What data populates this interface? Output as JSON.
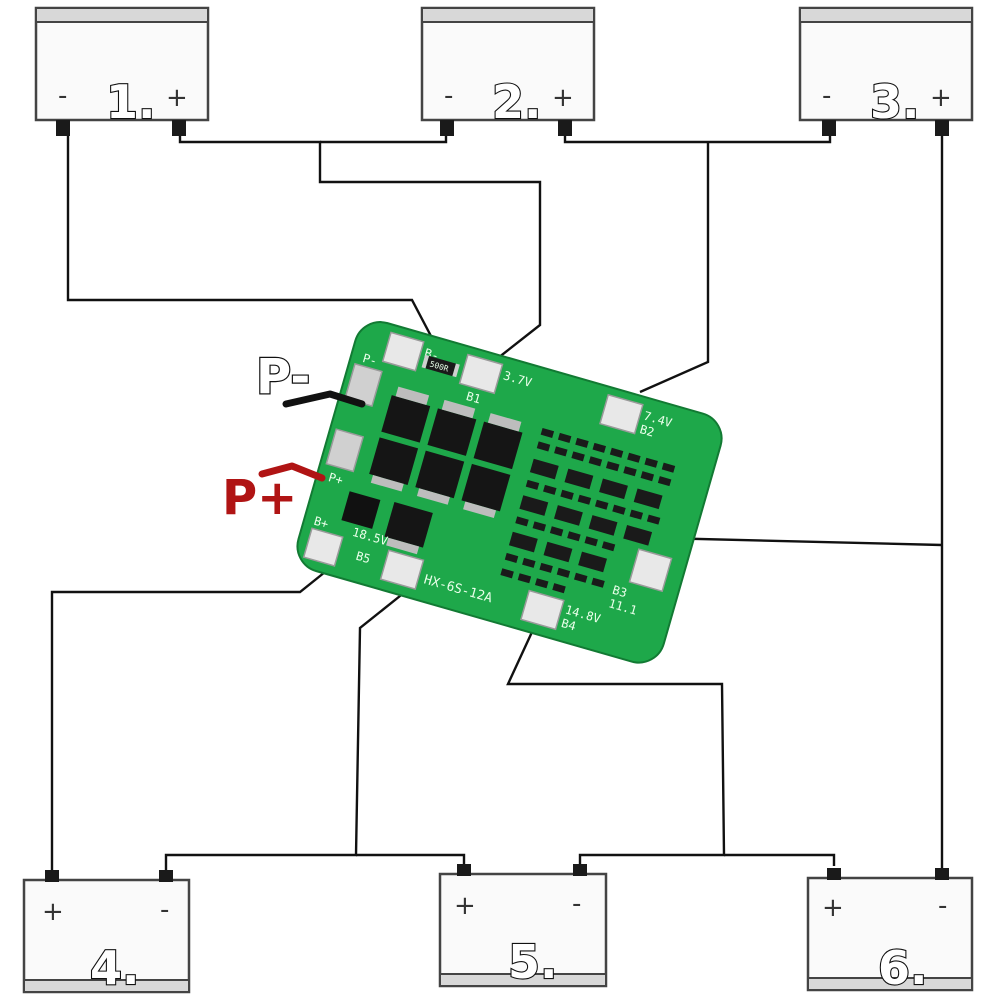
{
  "diagram": {
    "batteries": [
      {
        "id": "1",
        "label": "1.",
        "neg": "-",
        "pos": "+"
      },
      {
        "id": "2",
        "label": "2.",
        "neg": "-",
        "pos": "+"
      },
      {
        "id": "3",
        "label": "3.",
        "neg": "-",
        "pos": "+"
      },
      {
        "id": "4",
        "label": "4.",
        "neg": "-",
        "pos": "+"
      },
      {
        "id": "5",
        "label": "5.",
        "neg": "-",
        "pos": "+"
      },
      {
        "id": "6",
        "label": "6.",
        "neg": "-",
        "pos": "+"
      }
    ],
    "terminals": {
      "p_minus": "P-",
      "p_plus": "P+"
    },
    "board": {
      "model": "HX-6S-12A",
      "pads": {
        "b_minus": "B-",
        "b1": "B1",
        "b1_voltage": "3.7V",
        "b2": "B2",
        "b2_voltage": "7.4V",
        "b3": "B3",
        "b3_voltage": "11.1",
        "b4": "B4",
        "b4_voltage": "14.8V",
        "b5": "B5",
        "b5_voltage": "18.5V",
        "b_plus": "B+",
        "p_minus_silk": "P-",
        "p_plus_silk": "P+"
      },
      "resistor_code": "500R"
    },
    "colors": {
      "board": "#1ea84a",
      "board_dark": "#127a33",
      "pad": "#e8e8e8",
      "p_plus_wire": "#b01414",
      "p_minus_wire": "#111111"
    }
  }
}
